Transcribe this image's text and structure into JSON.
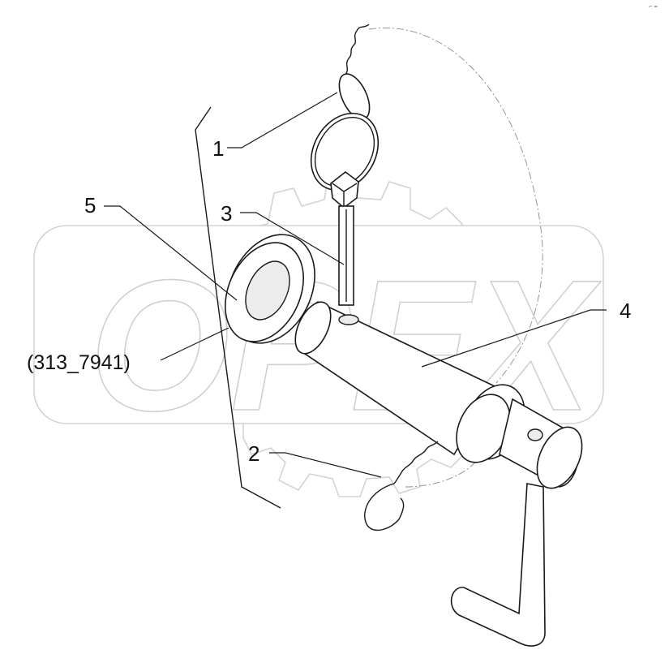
{
  "diagram": {
    "watermark_text": "OPEX",
    "corner_mark": "⌐ ═",
    "reference_label": "(313_7941)",
    "callouts": [
      {
        "id": "1",
        "text": "1"
      },
      {
        "id": "2",
        "text": "2"
      },
      {
        "id": "3",
        "text": "3"
      },
      {
        "id": "4",
        "text": "4"
      },
      {
        "id": "5",
        "text": "5"
      }
    ]
  }
}
